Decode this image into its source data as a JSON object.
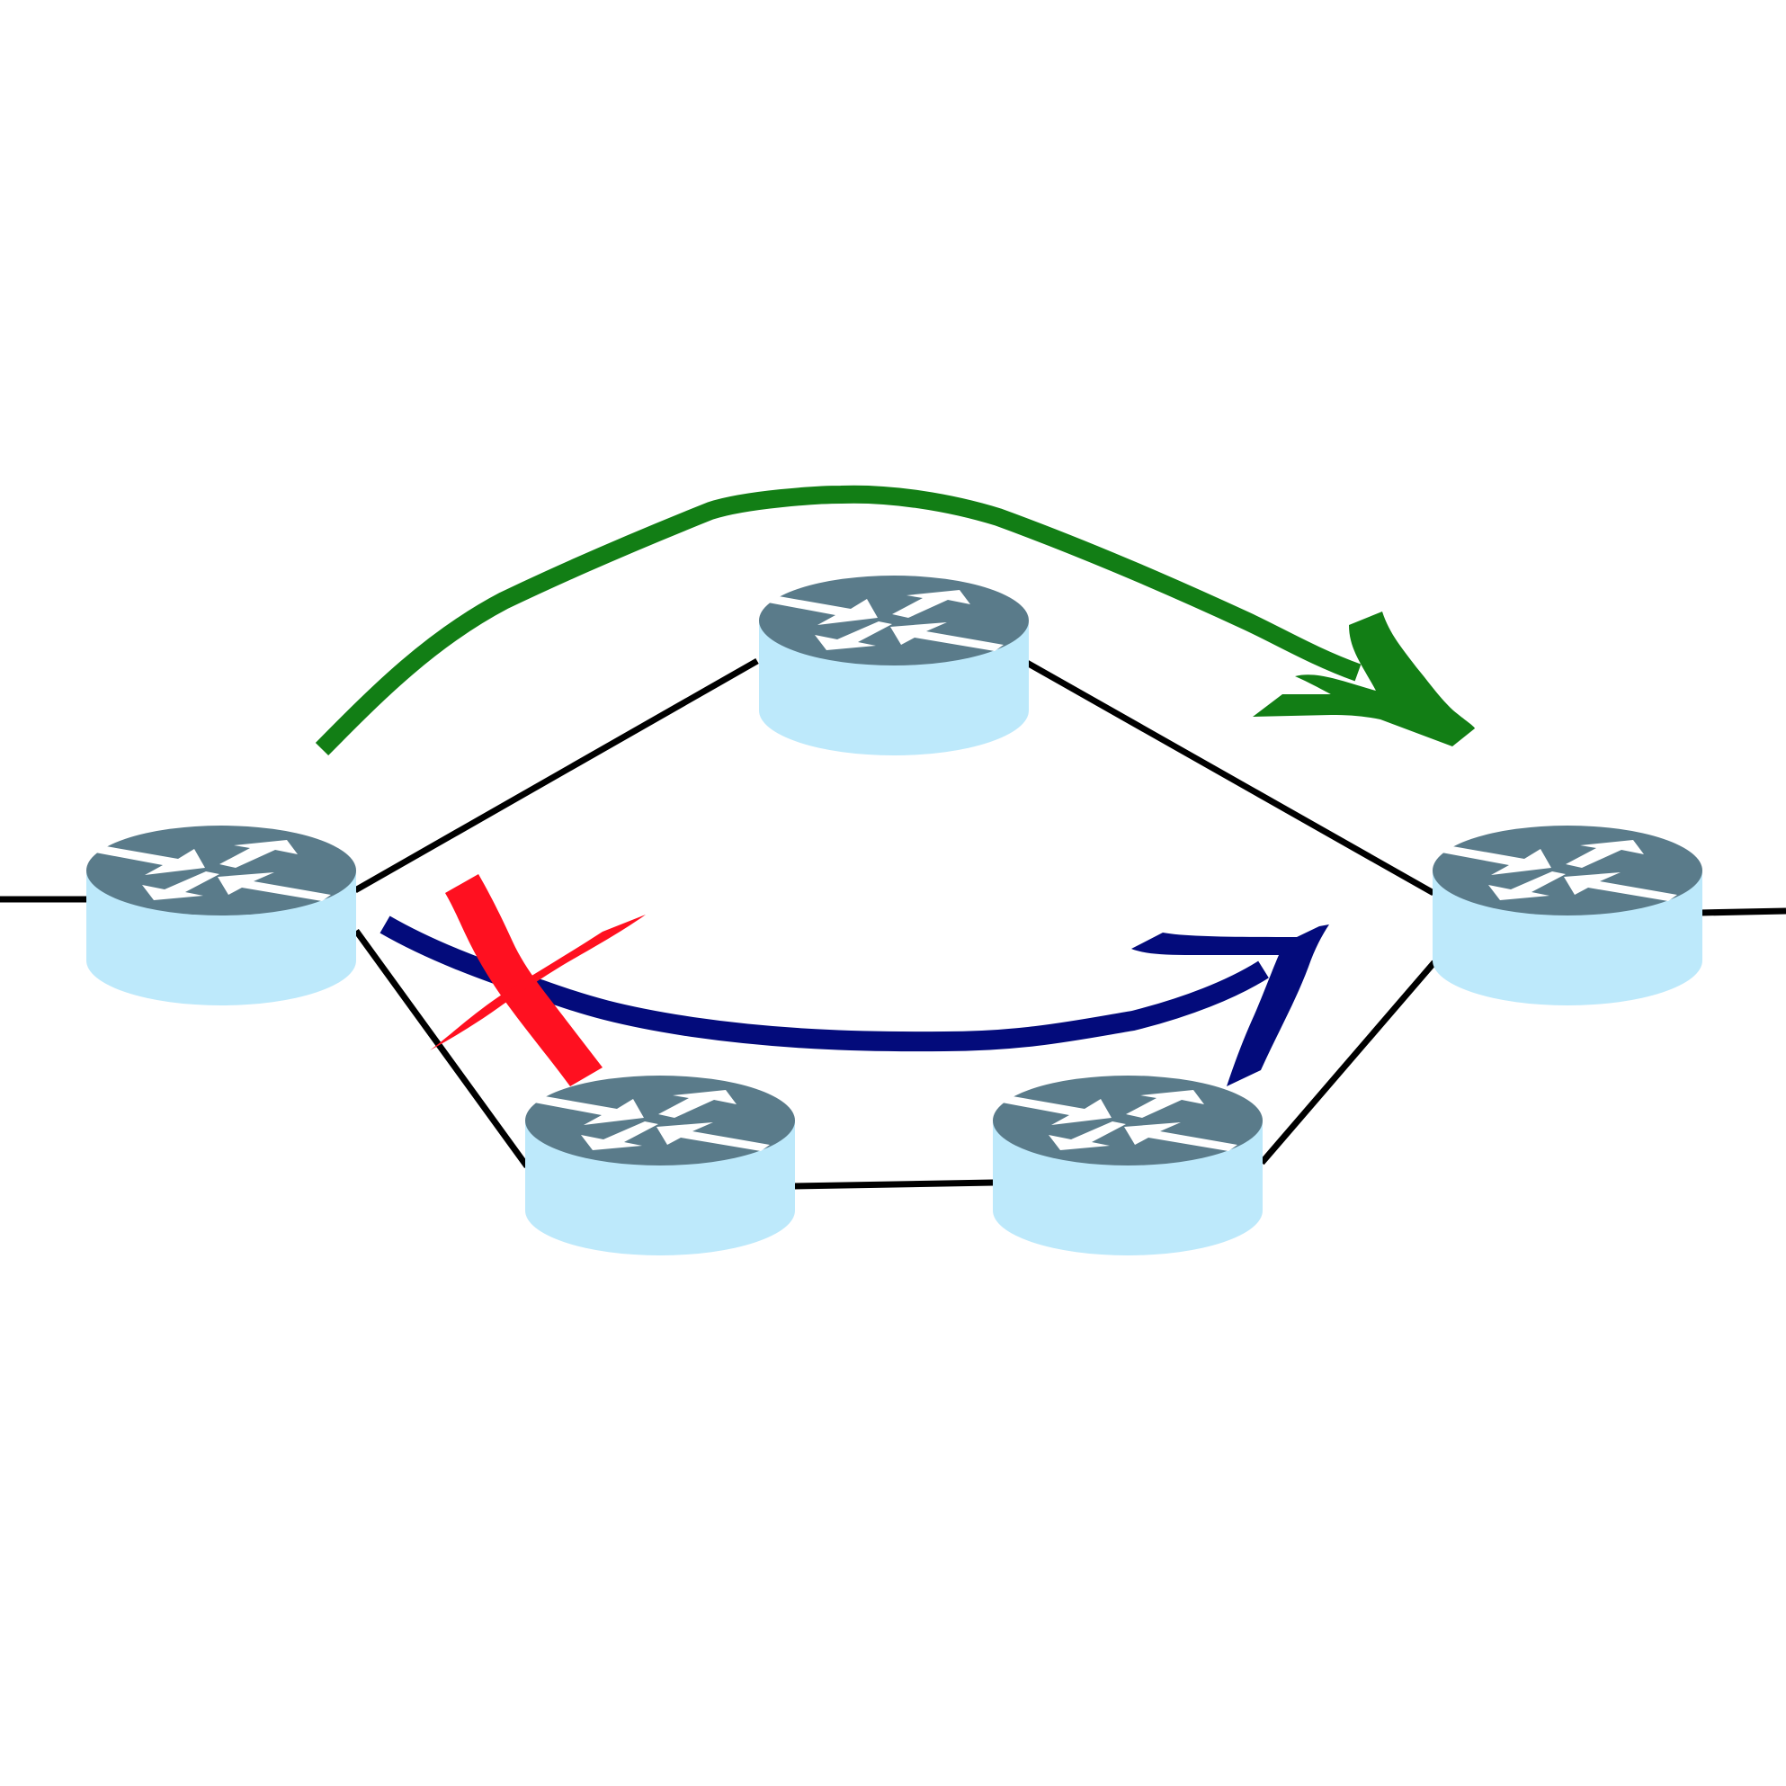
{
  "diagram": {
    "type": "network-topology",
    "nodes": [
      {
        "id": "router-left",
        "icon": "router-icon"
      },
      {
        "id": "router-top",
        "icon": "router-icon"
      },
      {
        "id": "router-right",
        "icon": "router-icon"
      },
      {
        "id": "router-bottom-left",
        "icon": "router-icon"
      },
      {
        "id": "router-bottom-right",
        "icon": "router-icon"
      }
    ],
    "links": [
      {
        "from": "external-left",
        "to": "router-left"
      },
      {
        "from": "router-left",
        "to": "router-top"
      },
      {
        "from": "router-top",
        "to": "router-right"
      },
      {
        "from": "router-left",
        "to": "router-bottom-left"
      },
      {
        "from": "router-bottom-left",
        "to": "router-bottom-right"
      },
      {
        "from": "router-bottom-right",
        "to": "router-right"
      },
      {
        "from": "router-right",
        "to": "external-right"
      }
    ],
    "paths": [
      {
        "id": "primary-path",
        "color": "#127e15",
        "status": "active",
        "via": [
          "router-left",
          "router-top",
          "router-right"
        ]
      },
      {
        "id": "alternate-path",
        "color": "#030b7b",
        "status": "blocked",
        "via": [
          "router-left",
          "router-bottom-left",
          "router-bottom-right",
          "router-right"
        ]
      }
    ],
    "block_mark": {
      "icon": "cross-icon",
      "color": "#ff1020"
    },
    "colors": {
      "router_body": "#bde9fb",
      "router_top": "#5a7b8a",
      "router_arrows": "#ffffff",
      "link": "#000000"
    }
  }
}
